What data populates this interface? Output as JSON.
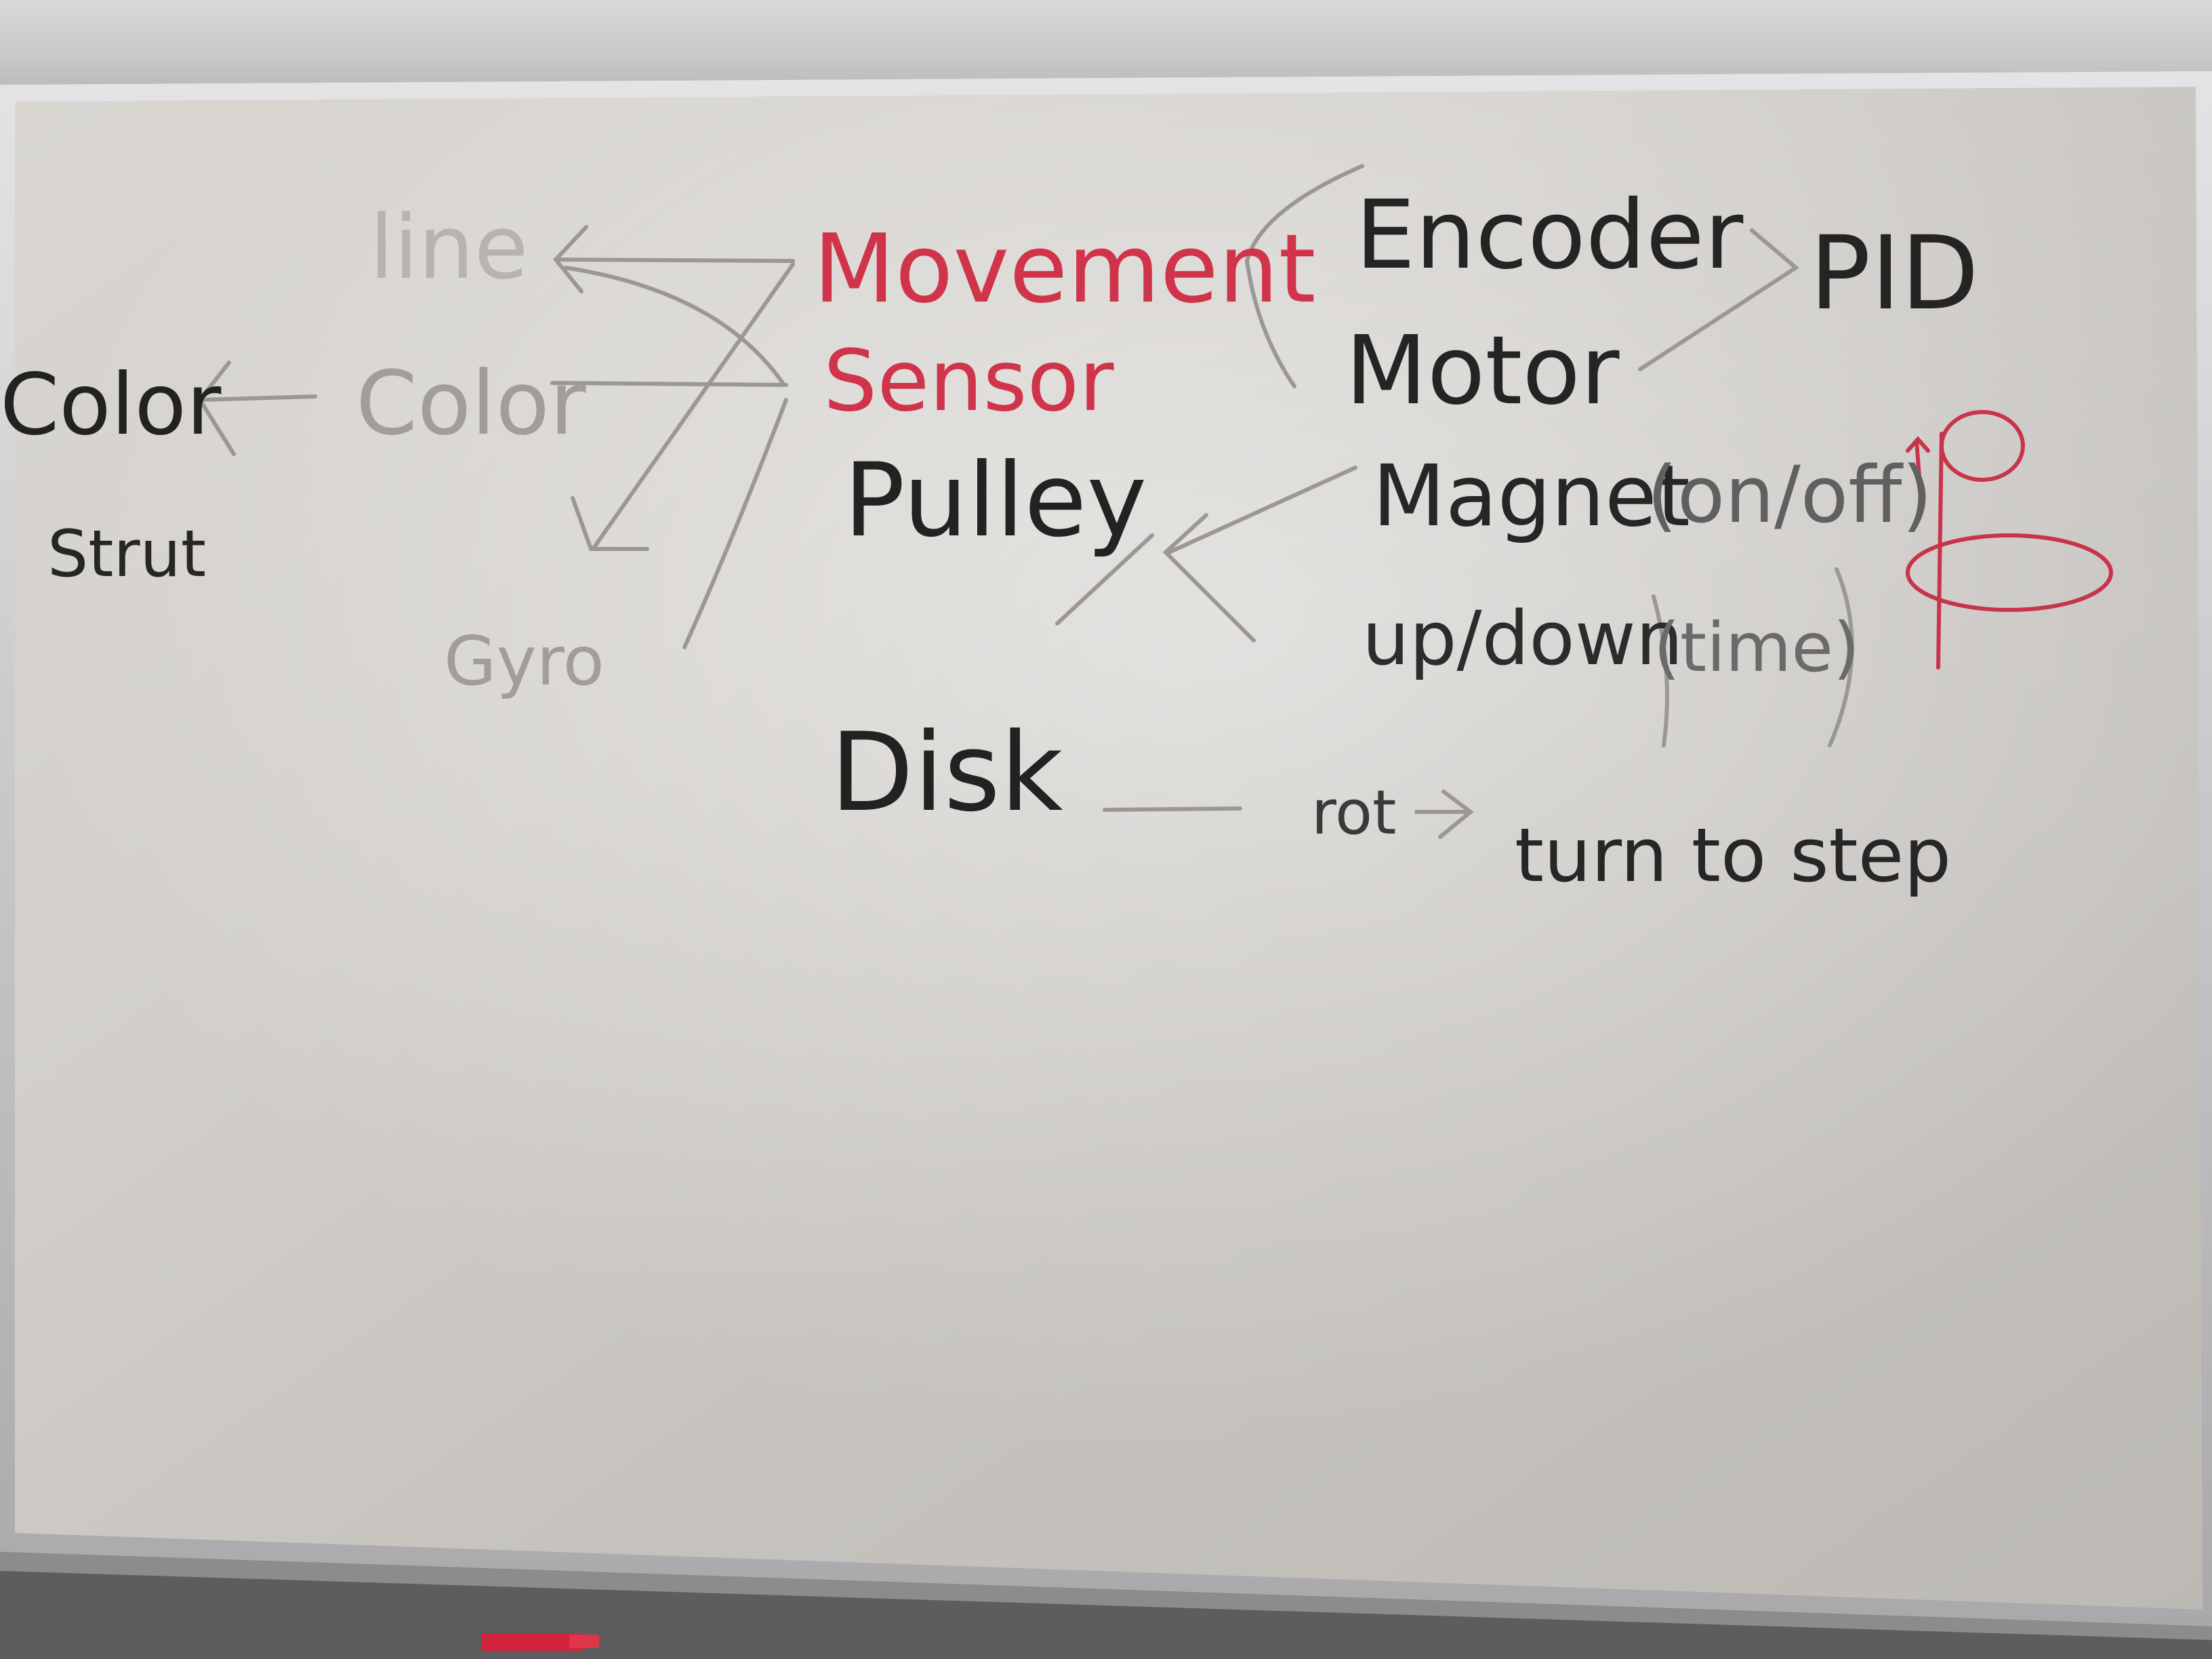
{
  "board": {
    "labels": {
      "line": "line",
      "color_sensor": "Color",
      "color": "Color",
      "strut": "Strut",
      "gyro": "Gyro",
      "movement": "Movement",
      "sensor": "Sensor",
      "pulley": "Pulley",
      "disk": "Disk",
      "encoder": "Encoder",
      "motor": "Motor",
      "pid": "PID",
      "magnet": "Magnet",
      "magnet_mode": "(on/off)",
      "up_down": "up/down",
      "up_down_mode": "(time)",
      "rot": "rot",
      "turn_to_step": "turn to step"
    },
    "colors": {
      "board_surface": "#dcd9d5",
      "frame": "#b9b9bb",
      "black_marker": "#1f1f1f",
      "faded_marker": "#9a9794",
      "red_marker": "#d0344a",
      "eraser_tray_label": "#d1243a"
    }
  }
}
